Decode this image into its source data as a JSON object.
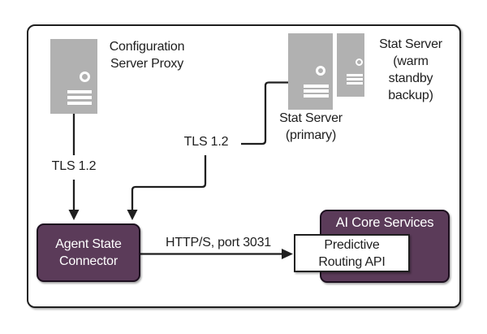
{
  "diagram": {
    "type": "architecture-diagram",
    "colors": {
      "server_gray": "#b1b1b1",
      "box_purple": "#5b3b59",
      "box_purple_border": "#1d0f1f",
      "line_black": "#1f1f1f",
      "text_dark": "#1e1e1e",
      "text_white": "#ffffff",
      "api_box_bg": "#ffffff"
    },
    "nodes": {
      "config_server": {
        "icon": "server-icon",
        "label": "Configuration\nServer Proxy"
      },
      "stat_server_primary": {
        "icon": "server-icon",
        "label": "Stat Server\n(primary)"
      },
      "stat_server_backup": {
        "icon": "server-icon",
        "label": "Stat Server\n(warm\nstandby\nbackup)"
      },
      "agent_state_connector": {
        "label": "Agent State\nConnector"
      },
      "ai_core_services": {
        "title": "AI Core Services"
      },
      "predictive_routing_api": {
        "label": "Predictive\nRouting API"
      }
    },
    "edges": {
      "config_to_agent": {
        "label": "TLS 1.2",
        "arrow": "down"
      },
      "stat_primary_to_agent": {
        "label": "TLS 1.2",
        "arrow": "down"
      },
      "agent_to_api": {
        "label": "HTTP/S, port 3031",
        "arrow": "right"
      }
    }
  }
}
